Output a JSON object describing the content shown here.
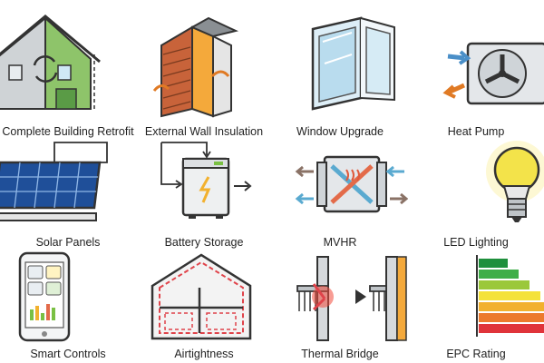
{
  "tiles": [
    {
      "label": "Complete Building Retrofit",
      "icon": "house-retrofit-icon"
    },
    {
      "label": "External Wall Insulation",
      "icon": "wall-insulation-icon"
    },
    {
      "label": "Window Upgrade",
      "icon": "window-icon"
    },
    {
      "label": "Heat Pump",
      "icon": "heat-pump-icon"
    },
    {
      "label": "Solar Panels",
      "icon": "solar-panel-icon"
    },
    {
      "label": "Battery Storage",
      "icon": "battery-icon"
    },
    {
      "label": "MVHR",
      "icon": "mvhr-icon"
    },
    {
      "label": "LED Lighting",
      "icon": "led-bulb-icon"
    },
    {
      "label": "Smart Controls",
      "icon": "smartphone-icon"
    },
    {
      "label": "Airtightness",
      "icon": "airtight-house-icon"
    },
    {
      "label": "Thermal Bridge",
      "icon": "thermal-bridge-icon"
    },
    {
      "label": "EPC Rating",
      "icon": "epc-rating-icon"
    }
  ]
}
